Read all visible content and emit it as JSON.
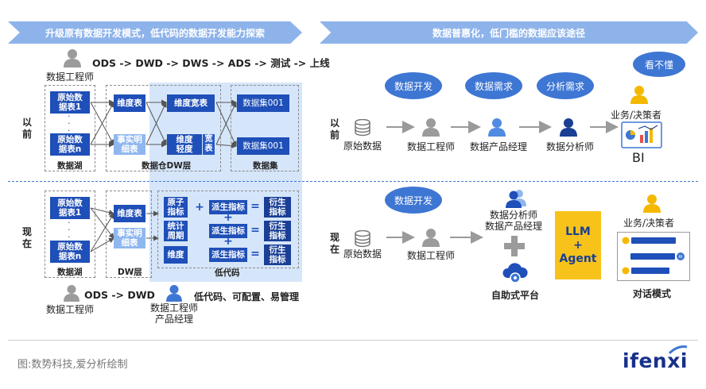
{
  "banners": {
    "left": "升级原有数据开发模式，低代码的数据开发能力探索",
    "right": "数据普惠化，低门槛的数据应该途径"
  },
  "left_top": {
    "role_label": "数据工程师",
    "pipeline": "ODS -> DWD -> DWS -> ADS -> 测试 -> 上线",
    "row_label": "以前",
    "lake": {
      "table1": "原始数据表1",
      "dots": "·\n·\n·",
      "tablen": "原始数据表n",
      "caption": "数据湖"
    },
    "dim_table": "维度表",
    "fact_table": "事实明细表",
    "wide_table": "维度宽表",
    "light_dim": "维度轻度",
    "wide_tag": "宽表",
    "dw_caption": "数据仓DW层",
    "dataset_top": "数据集001",
    "dataset_bottom": "数据集001",
    "dataset_caption": "数据集"
  },
  "left_bottom": {
    "row_label": "现在",
    "lake": {
      "table1": "原始数据表1",
      "dots": "·\n·\n·",
      "tablen": "原始数据表n",
      "caption": "数据湖"
    },
    "dim_table": "维度表",
    "fact_table": "事实明细表",
    "dw_caption": "DW层",
    "lowcode": {
      "atomic": "原子指标",
      "period": "统计周期",
      "dimension": "维度",
      "derived": [
        "派生指标",
        "派生指标",
        "派生指标"
      ],
      "result": [
        "衍生指标",
        "衍生指标",
        "衍生指标"
      ],
      "plus": "+",
      "equals": "=",
      "caption": "低代码"
    },
    "role_engineer": "数据工程师",
    "pipeline": "ODS -> DWD",
    "role_pm": "数据工程师\n产品经理",
    "slogan": "低代码、可配置、易管理"
  },
  "right_top": {
    "row_label": "以前",
    "source": "原始数据",
    "bubble1": "数据开发",
    "bubble2": "数据需求",
    "bubble3": "分析需求",
    "bubble4": "看不懂",
    "engineer": "数据工程师",
    "pm": "数据产品经理",
    "analyst": "数据分析师",
    "decision": "业务/决策者",
    "bi": "BI"
  },
  "right_bottom": {
    "row_label": "现在",
    "source": "原始数据",
    "bubble": "数据开发",
    "engineer": "数据工程师",
    "analyst_pm": "数据分析师\n数据产品经理",
    "plus": "+",
    "platform": "自助式平台",
    "llm_box": "LLM\n+\nAgent",
    "decision": "业务/决策者",
    "chat_mode": "对话模式"
  },
  "footer": {
    "source": "图:数势科技,爱分析绘制",
    "logo": "ifenxi"
  },
  "colors": {
    "banner": "#8db3ea",
    "navy": "#1f4fb8",
    "light_blue": "#8fb7ef",
    "highlight": "#d6e6fa",
    "llm_yellow": "#f7c21a",
    "person_gray": "#9b9b9b",
    "person_blue": "#3e76d3",
    "person_dark": "#1a3f94",
    "person_yellow": "#f5b800"
  }
}
